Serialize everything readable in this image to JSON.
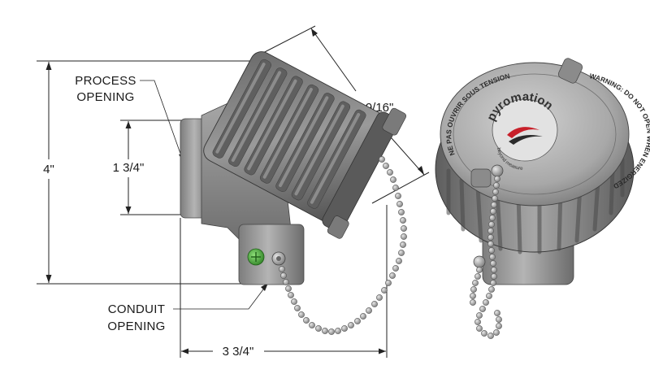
{
  "dimensions": {
    "height": "4\"",
    "process_height": "1 3/4\"",
    "diameter": "Ø3 9/16\"",
    "width": "3 3/4\""
  },
  "labels": {
    "process_line1": "PROCESS",
    "process_line2": "OPENING",
    "conduit_line1": "CONDUIT",
    "conduit_line2": "OPENING"
  },
  "cover": {
    "brand": "pyromation",
    "tagline": "beyond measure",
    "warning": "WARNING: DO NOT OPEN WHEN ENERGIZED",
    "french": "NE PAS OUVRIR SOUS TENSION"
  },
  "colors": {
    "body": "#8f8f8f",
    "body_dark": "#5a5a5a",
    "cover_light": "#b9b9b9",
    "brand_red": "#c8202a",
    "screw_green": "#3fa535"
  }
}
